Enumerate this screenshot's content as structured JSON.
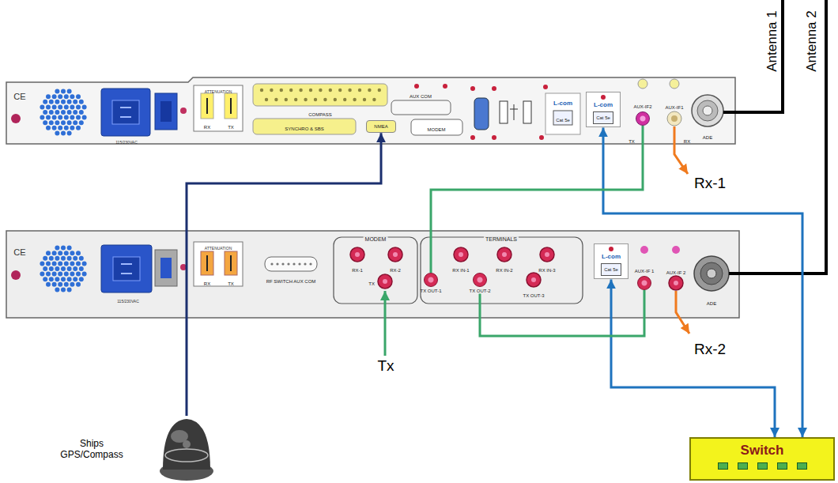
{
  "diagram": {
    "nodes": [
      {
        "text": [
          "NMEA"
        ]
      },
      {
        "text": [
          "L-com",
          "Cat 5e"
        ]
      },
      {
        "text": [
          "AUX-IF2"
        ]
      },
      {
        "text": [
          "TX OUT-1"
        ]
      },
      {
        "text": [
          "TX OUT-2"
        ]
      },
      {
        "text": [
          "L-com",
          "Cat 5e"
        ]
      },
      {
        "text": [
          "AUX-IF 1"
        ]
      },
      {
        "text": [
          "Ships GPS/Compass"
        ]
      },
      {
        "text": [
          "Switch"
        ]
      }
    ],
    "edges": [
      {
        "from": 7,
        "to": 0,
        "arrow": "to"
      },
      {
        "from": 8,
        "to": 1,
        "arrow": "both"
      },
      {
        "from": 8,
        "to": 5,
        "arrow": "both"
      },
      {
        "from": 2,
        "to": 3,
        "arrow": "none"
      },
      {
        "from": 4,
        "to": 6,
        "arrow": "none"
      }
    ],
    "labels": [
      "Antenna 1",
      "Antenna 2",
      "CE",
      "115/230VAC",
      "ATTENUATION",
      "RX",
      "TX",
      "COMPASS",
      "SYNCHRO & SBS",
      "AUX COM",
      "MODEM",
      "L-com",
      "Cat 5e",
      "TX",
      "AUX-IF1",
      "RX",
      "ADE",
      "Rx-1",
      "CE",
      "115/230VAC",
      "ATTENUATION",
      "RX",
      "TX",
      "RF SWITCH AUX COM",
      "MODEM",
      "TERMINALS",
      "RX-1",
      "RX-2",
      "TX",
      "RX IN-1",
      "RX IN-2",
      "RX IN-3",
      "TX OUT-3",
      "AUX-IF 2",
      "ADE",
      "Rx-2",
      "Tx"
    ]
  }
}
